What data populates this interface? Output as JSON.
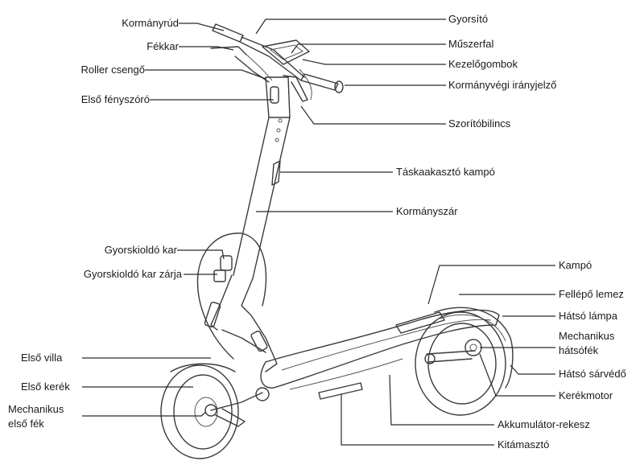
{
  "labels": {
    "kormanyrud": "Kormányrúd",
    "fekkar": "Fékkar",
    "roller_csengo": "Roller csengő",
    "elso_fenyszoro": "Első fényszóró",
    "gyorsito": "Gyorsító",
    "muszerfal": "Műszerfal",
    "kezelogombok": "Kezelőgombok",
    "kormanyvegi": "Kormányvégi irányjelző",
    "szoritobilincs": "Szorítóbilincs",
    "taskaakaszto": "Táskaakasztó kampó",
    "kormanyszar": "Kormányszár",
    "gyorskioldo_kar": "Gyorskioldó kar",
    "gyorskioldo_kar_zarja": "Gyorskioldó kar zárja",
    "kampo": "Kampó",
    "fellepo_lemez": "Fellépő lemez",
    "hatso_lampa": "Hátsó lámpa",
    "mech_hatso_1": "Mechanikus",
    "mech_hatso_2": "hátsófék",
    "elso_villa": "Első villa",
    "elso_kerek": "Első kerék",
    "hatso_sarvedo": "Hátsó sárvédő",
    "mech_elso_1": "Mechanikus",
    "mech_elso_2": "első fék",
    "kerekmotor": "Kerékmotor",
    "akkumulator": "Akkumulátor-rekesz",
    "kitamaszto": "Kitámasztó"
  }
}
